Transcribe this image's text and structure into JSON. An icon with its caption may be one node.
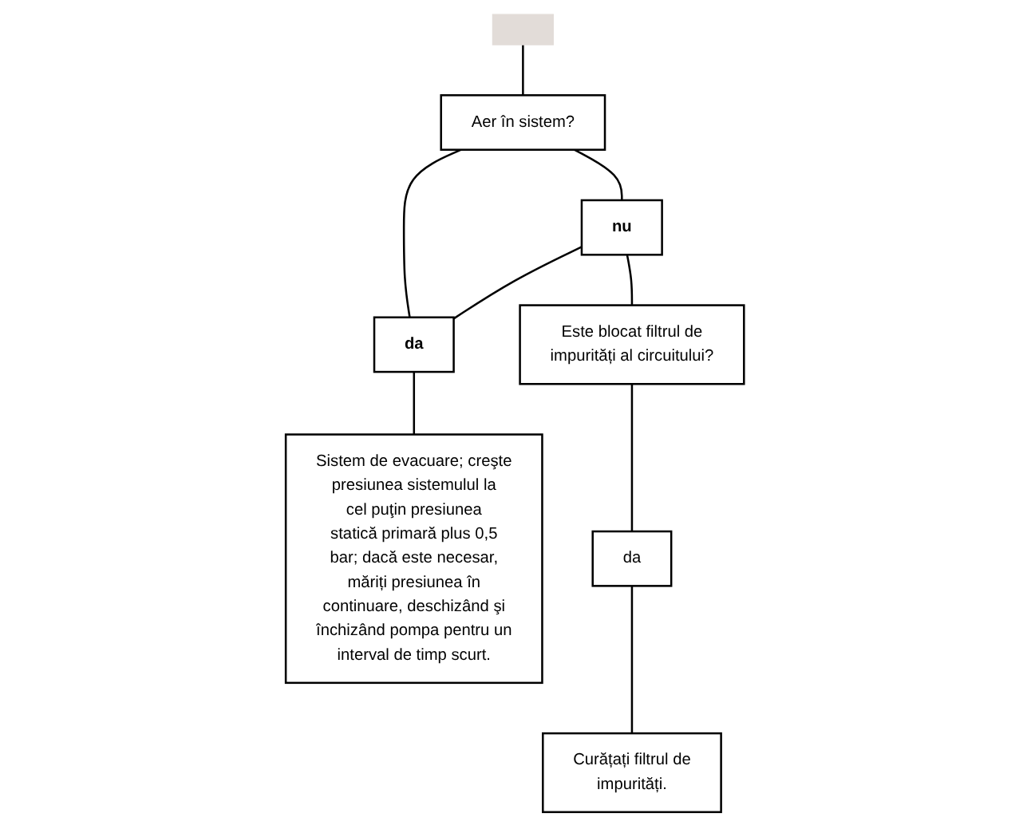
{
  "diagram": {
    "nodes": [
      {
        "text": [],
        "shape": "bar"
      },
      {
        "text": [
          "Aer în sistem?"
        ]
      },
      {
        "text": [
          "nu"
        ]
      },
      {
        "text": [
          "da"
        ]
      },
      {
        "text": [
          "Sistem de evacuare; creşte presiunea sistemulul la cel puţin presiunea statică primară plus 0,5 bar; dacă este necesar, măriți presiunea în continuare, deschizând şi închizând pompa pentru un interval de timp scurt."
        ]
      },
      {
        "text": [
          "Este blocat filtrul de impurități al circuitului?"
        ]
      },
      {
        "text": [
          "da"
        ]
      },
      {
        "text": [
          "Curățați filtrul de impurități."
        ]
      }
    ],
    "edges": [
      {
        "from": 0,
        "to": 1,
        "arrow": "none"
      },
      {
        "from": 1,
        "to": 2,
        "arrow": "none"
      },
      {
        "from": 1,
        "to": 3,
        "arrow": "none"
      },
      {
        "from": 2,
        "to": 3,
        "arrow": "none"
      },
      {
        "from": 3,
        "to": 4,
        "arrow": "none"
      },
      {
        "from": 2,
        "to": 5,
        "arrow": "none"
      },
      {
        "from": 5,
        "to": 6,
        "arrow": "none"
      },
      {
        "from": 6,
        "to": 7,
        "arrow": "none"
      }
    ]
  }
}
